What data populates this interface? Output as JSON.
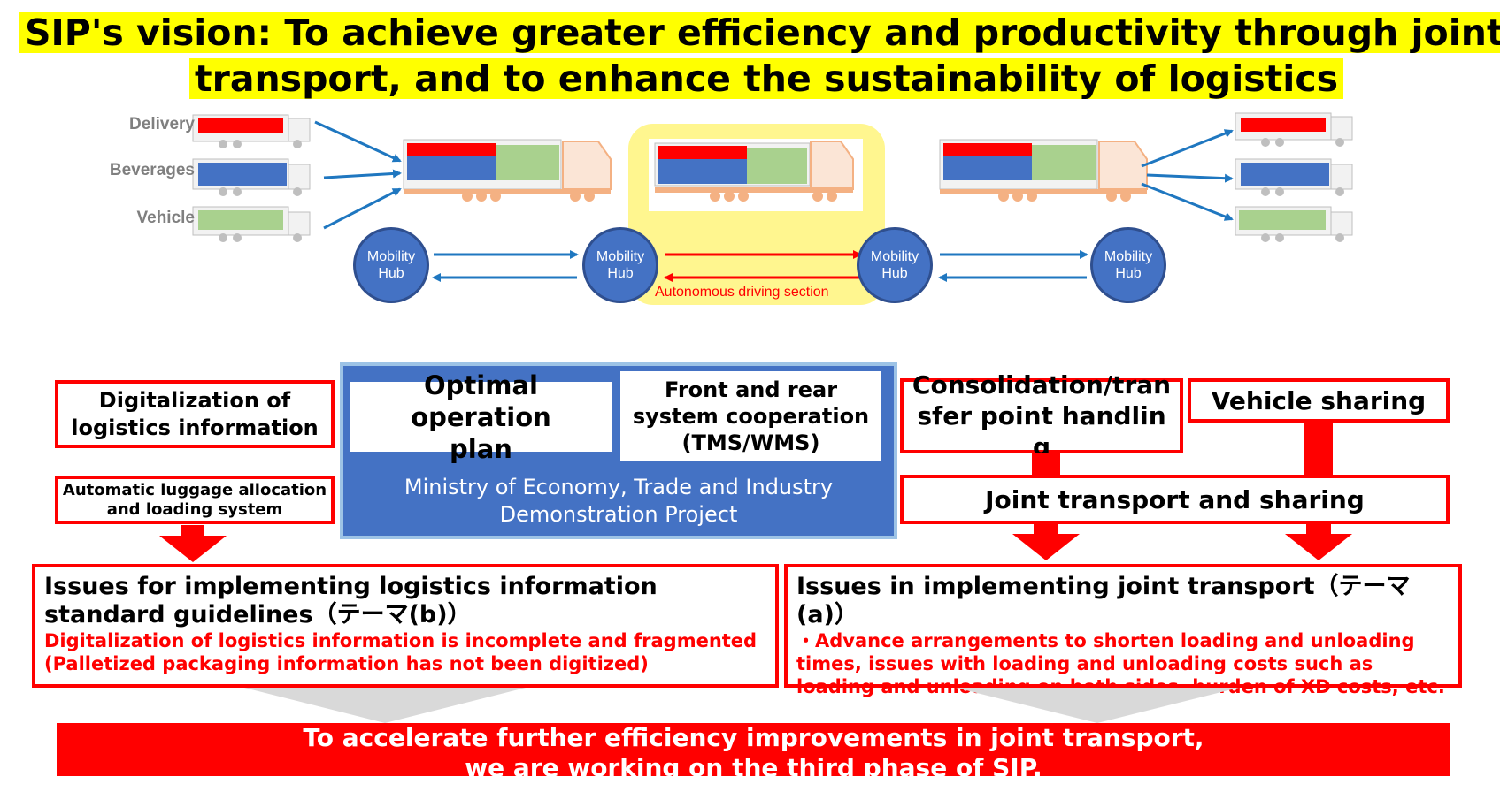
{
  "title": {
    "line1": "SIP's vision: To achieve greater efficiency and productivity through joint",
    "line2": "transport, and to enhance the sustainability of logistics"
  },
  "cargo_labels": [
    "Delivery",
    "Beverages",
    "Vehicle"
  ],
  "hubs": [
    {
      "line1": "Mobility",
      "line2": "Hub"
    },
    {
      "line1": "Mobility",
      "line2": "Hub"
    },
    {
      "line1": "Mobility",
      "line2": "Hub"
    },
    {
      "line1": "Mobility",
      "line2": "Hub"
    }
  ],
  "autonomous_label": "Autonomous driving section",
  "colors": {
    "red": "#ff0000",
    "blue": "#4472c4",
    "green": "#a9d18e",
    "yellow": "#ffff00",
    "highlight": "#fff68f",
    "arrow_blue": "#1f77c0",
    "panel_blue": "#4472c4",
    "panel_border": "#9dc3e6"
  },
  "left_boxes": {
    "digitalization": "Digitalization of logistics information",
    "automatic": "Automatic luggage allocation and loading system"
  },
  "center_panel": {
    "optimal": "Optimal operation plan",
    "front_rear": "Front and rear system cooperation (TMS/WMS)",
    "meti": "Ministry of Economy, Trade and Industry Demonstration Project"
  },
  "right_boxes": {
    "consolidation": "Consolidation/transfer point handling",
    "vehicle_sharing": "Vehicle sharing",
    "joint": "Joint transport and sharing"
  },
  "issue_left": {
    "title": "Issues for implementing logistics information standard guidelines（テーマ(b)）",
    "detail1": "Digitalization of logistics information is incomplete and fragmented",
    "detail2": "(Palletized packaging information has not been digitized)"
  },
  "issue_right": {
    "title": "Issues in implementing joint transport（テーマ(a)）",
    "detail": "・Advance arrangements to shorten loading and unloading times, issues with loading and unloading costs such as loading and unloading on both sides, burden of XD costs, etc."
  },
  "banner": {
    "line1": "To accelerate further efficiency improvements in joint transport,",
    "line2": "we are working on the third phase of SIP."
  }
}
